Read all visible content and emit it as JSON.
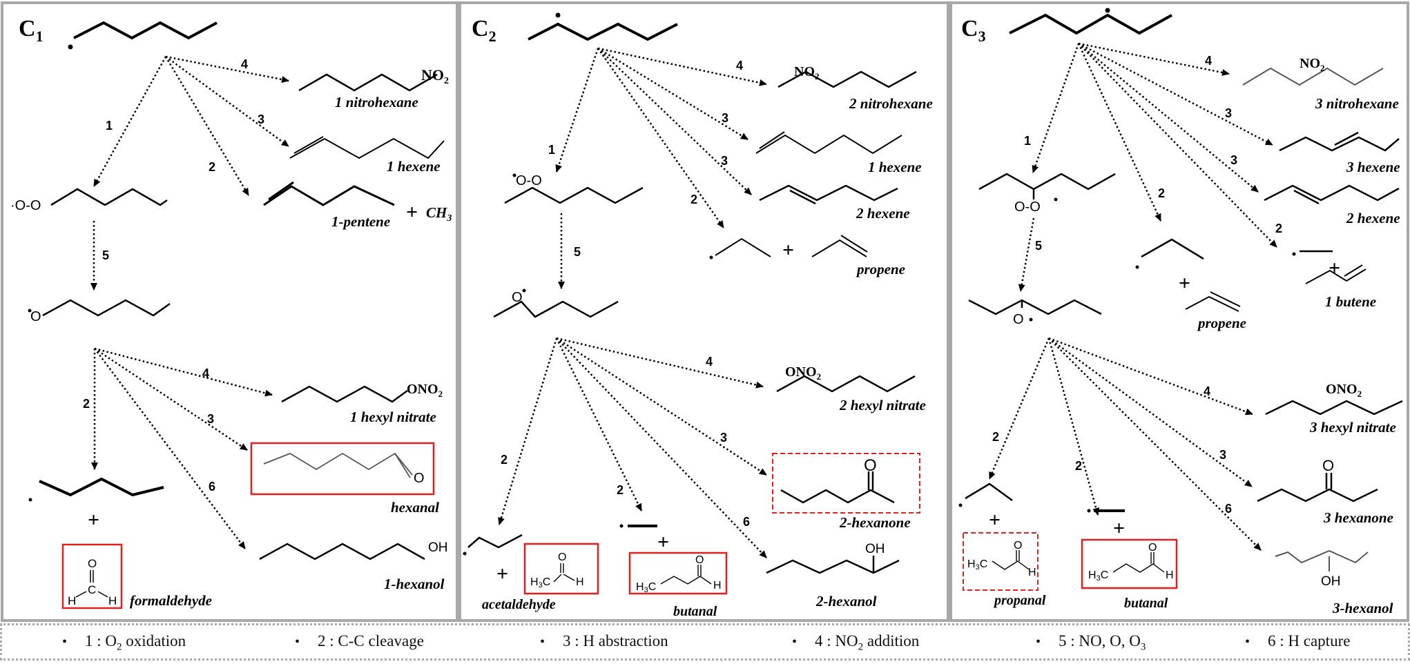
{
  "panels": [
    {
      "title": "C",
      "title_sub": "1",
      "radical_o2": "·O-O",
      "radical_o": "O",
      "labels": {
        "nitro": "1 nitrohexane",
        "no2": "NO",
        "no2_sub": "2",
        "alkene_a": "1 hexene",
        "alkene_b": "1-pentene",
        "ch3": "CH",
        "ch3_sub": "3",
        "nitrate": "1 hexyl nitrate",
        "ono2": "ONO",
        "ono2_sub": "2",
        "carbonyl": "hexanal",
        "carbonyl_o": "O",
        "small": "formaldehyde",
        "h": "H",
        "c": "C",
        "o": "O",
        "alcohol": "1-hexanol",
        "oh": "OH"
      },
      "arrow_labels": [
        "4",
        "3",
        "2",
        "1",
        "5",
        "4",
        "3",
        "2",
        "6"
      ]
    },
    {
      "title": "C",
      "title_sub": "2",
      "radical_o2": "O-O",
      "radical_o": "O",
      "labels": {
        "nitro": "2 nitrohexane",
        "alkene_a": "1 hexene",
        "alkene_b": "2 hexene",
        "propene": "propene",
        "nitrate": "2 hexyl nitrate",
        "carbonyl": "2-hexanone",
        "carbonyl_o": "O",
        "small_a": "acetaldehyde",
        "h3c": "H",
        "h3c_sub": "3",
        "c": "C",
        "h": "H",
        "o": "O",
        "small_b": "butanal",
        "alcohol": "2-hexanol",
        "oh": "OH"
      },
      "arrow_labels": [
        "4",
        "3",
        "3",
        "2",
        "1",
        "5",
        "4",
        "3",
        "2",
        "2",
        "6"
      ]
    },
    {
      "title": "C",
      "title_sub": "3",
      "radical_o2": "O-O",
      "radical_o": "O",
      "labels": {
        "nitro": "3 nitrohexane",
        "alkene_a": "3 hexene",
        "alkene_b": "2 hexene",
        "propene": "propene",
        "butene": "1 butene",
        "nitrate": "3 hexyl nitrate",
        "carbonyl": "3 hexanone",
        "carbonyl_o": "O",
        "small_a": "propanal",
        "small_b": "butanal",
        "alcohol": "3-hexanol",
        "oh": "OH"
      },
      "arrow_labels": [
        "4",
        "3",
        "3",
        "2",
        "2",
        "1",
        "5",
        "4",
        "3",
        "2",
        "2",
        "6"
      ]
    }
  ],
  "plus": "+",
  "legend": [
    {
      "num": "1",
      "pre": "O",
      "sub": "2",
      "post": " oxidation"
    },
    {
      "num": "2",
      "pre": "C-C cleavage",
      "sub": "",
      "post": ""
    },
    {
      "num": "3",
      "pre": "H abstraction",
      "sub": "",
      "post": ""
    },
    {
      "num": "4",
      "pre": "NO",
      "sub": "2",
      "post": " addition"
    },
    {
      "num": "5",
      "pre": "NO, O, O",
      "sub": "3",
      "post": ""
    },
    {
      "num": "6",
      "pre": "H capture",
      "sub": "",
      "post": ""
    }
  ],
  "colors": {
    "frame": "#a8a8a8",
    "highlight": "#e0201e",
    "ink": "#000000",
    "gray_chain": "#555555"
  }
}
